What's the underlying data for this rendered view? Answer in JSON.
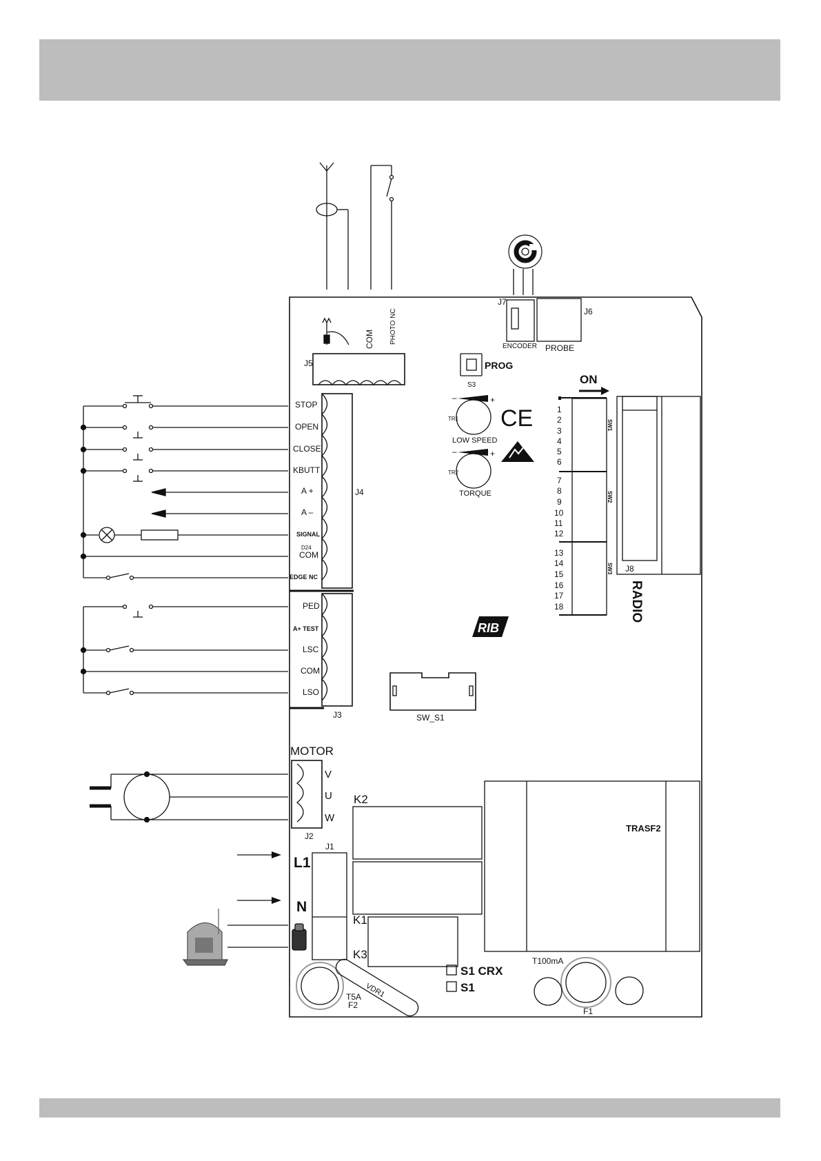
{
  "board": {
    "j5": {
      "ref": "J5",
      "pins": [
        "COM",
        "PHOTO NC"
      ]
    },
    "j4": {
      "ref": "J4",
      "pins": [
        "STOP",
        "OPEN",
        "CLOSE",
        "KBUTT",
        "A +",
        "A –",
        "SIGNAL",
        "COM",
        "EDGE NC"
      ],
      "signal_sub": "D24"
    },
    "j3": {
      "ref": "J3",
      "pins": [
        "PED",
        "A+ TEST",
        "LSC",
        "COM",
        "LSO"
      ]
    },
    "j7": {
      "ref": "J7",
      "label": "ENCODER"
    },
    "j6": {
      "ref": "J6",
      "label": "PROBE"
    },
    "prog": {
      "ref": "S3",
      "label": "PROG"
    },
    "tr1": {
      "ref": "TR1",
      "label": "LOW SPEED",
      "minus": "–",
      "plus": "+"
    },
    "tr2": {
      "ref": "TR2",
      "label": "TORQUE",
      "minus": "–",
      "plus": "+"
    },
    "dip": {
      "on_label": "ON",
      "numbers": [
        "1",
        "2",
        "3",
        "4",
        "5",
        "6",
        "7",
        "8",
        "9",
        "10",
        "11",
        "12",
        "13",
        "14",
        "15",
        "16",
        "17",
        "18"
      ],
      "groups": [
        "SW1",
        "SW2",
        "SW3"
      ]
    },
    "j8": {
      "ref": "J8",
      "label": "RADIO"
    },
    "sw_s1": "SW_S1",
    "motor": {
      "title": "MOTOR",
      "pins": [
        "V",
        "U",
        "W"
      ],
      "ref": "J2"
    },
    "j1": {
      "ref": "J1",
      "pins": [
        "L1",
        "N"
      ]
    },
    "relays": [
      "K2",
      "K1",
      "K3"
    ],
    "transformer": "TRASF2",
    "fuse_f2": {
      "rating": "T5A",
      "ref": "F2"
    },
    "vdr": "VDR1",
    "fuse_f1": {
      "rating": "T100mA",
      "ref": "F1"
    },
    "options": [
      "S1 CRX",
      "S1"
    ],
    "ce_mark": "CE",
    "brand_logo": "RIB"
  }
}
